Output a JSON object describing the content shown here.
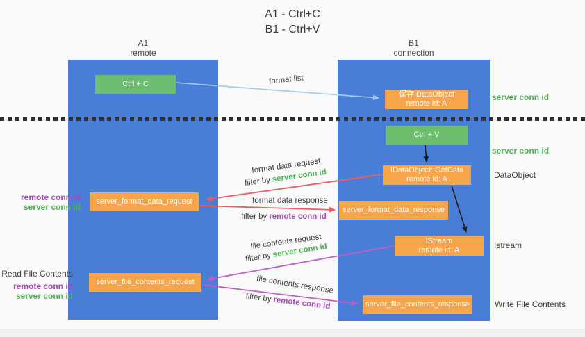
{
  "title": {
    "line1": "A1 - Ctrl+C",
    "line2": "B1 - Ctrl+V"
  },
  "lifelines": {
    "a": {
      "name": "A1",
      "role": "remote"
    },
    "b": {
      "name": "B1",
      "role": "connection"
    }
  },
  "nodes": {
    "ctrl_c": {
      "label": "Ctrl + C"
    },
    "ctrl_v": {
      "label": "Ctrl + V"
    },
    "save_dataobject": {
      "line1": "保存IDataObject",
      "line2": "remote id: A"
    },
    "getdata": {
      "line1": "IDataObject::GetData",
      "line2": "remote id: A"
    },
    "istream": {
      "line1": "IStream",
      "line2": "remote id: A"
    },
    "format_request": {
      "label": "server_format_data_request"
    },
    "format_response": {
      "label": "server_format_data_response"
    },
    "file_request": {
      "label": "server_file_contents_request"
    },
    "file_response": {
      "label": "server_file_contents_response"
    }
  },
  "edges": {
    "format_list": {
      "label": "format list"
    },
    "format_data_request": {
      "label": "format data request",
      "filter_prefix": "filter by",
      "filter_key": "server conn id"
    },
    "format_data_response": {
      "label": "format data response",
      "filter_prefix": "filter by",
      "filter_key": "remote conn id"
    },
    "file_contents_request": {
      "label": "file contents request",
      "filter_prefix": "filter by",
      "filter_key": "server conn id"
    },
    "file_contents_response": {
      "label": "file contents response",
      "filter_prefix": "filter by",
      "filter_key": "remote conn id"
    }
  },
  "side_labels": {
    "right_server_conn_id_1": "server conn id",
    "right_server_conn_id_2": "server conn id",
    "right_dataobject": "DataObject",
    "right_istream": "Istream",
    "right_write_file": "Write File Contents",
    "left_remote_conn_id_1": "remote conn id",
    "left_server_conn_id_1": "server conn id",
    "left_read_file": "Read File Contents",
    "left_remote_conn_id_2": "remote conn id",
    "left_server_conn_id_2": "server conn id"
  },
  "colors": {
    "column_blue": "#4a7ed6",
    "box_green": "#6cbd70",
    "box_orange": "#f7a54a",
    "arrow_red": "#ee5d5d",
    "arrow_magenta": "#c45ac8",
    "arrow_light_blue": "#9fcdf2",
    "arrow_black": "#1c1c1c",
    "text_green": "#4fb355",
    "text_purple": "#ab47bc"
  }
}
